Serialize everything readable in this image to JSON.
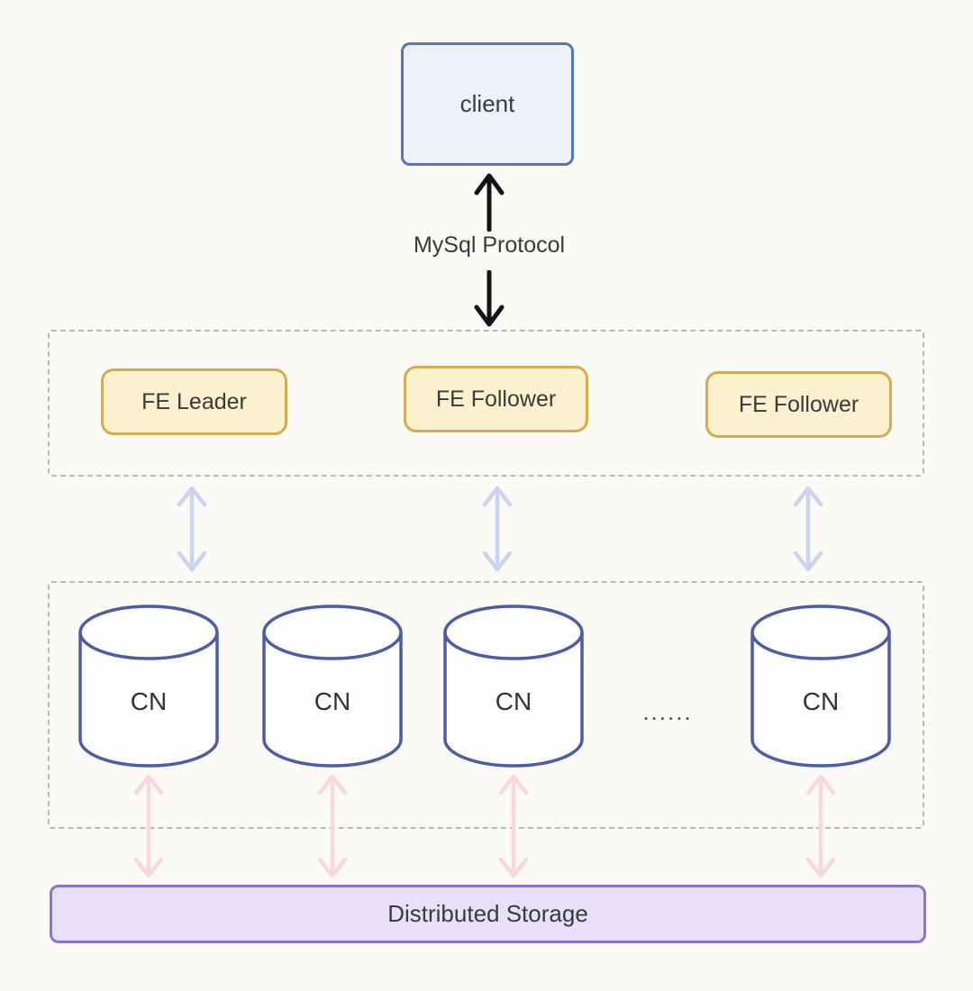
{
  "colors": {
    "bg": "#fbfaf6",
    "text": "#3a3a3a",
    "client-fill": "#edf1fb",
    "client-border": "#5277bd",
    "fe-fill": "#fcf1cf",
    "fe-border": "#d1ad50",
    "container-border": "#b9b9b9",
    "cn-border": "#4d5ca3",
    "cn-fill": "#fefefe",
    "arrow-black": "#141414",
    "arrow-lavender": "#cbd3ed",
    "arrow-pink": "#f8d8d9",
    "storage-fill": "#e7e0f8",
    "storage-border": "#8d74d0"
  },
  "client": {
    "label": "client"
  },
  "protocol": {
    "label": "MySql Protocol"
  },
  "fe_layer": {
    "nodes": [
      {
        "label": "FE Leader"
      },
      {
        "label": "FE Follower"
      },
      {
        "label": "FE Follower"
      }
    ]
  },
  "cn_layer": {
    "nodes": [
      {
        "label": "CN"
      },
      {
        "label": "CN"
      },
      {
        "label": "CN"
      },
      {
        "label": "CN"
      }
    ],
    "ellipsis": "......"
  },
  "storage": {
    "label": "Distributed Storage"
  }
}
